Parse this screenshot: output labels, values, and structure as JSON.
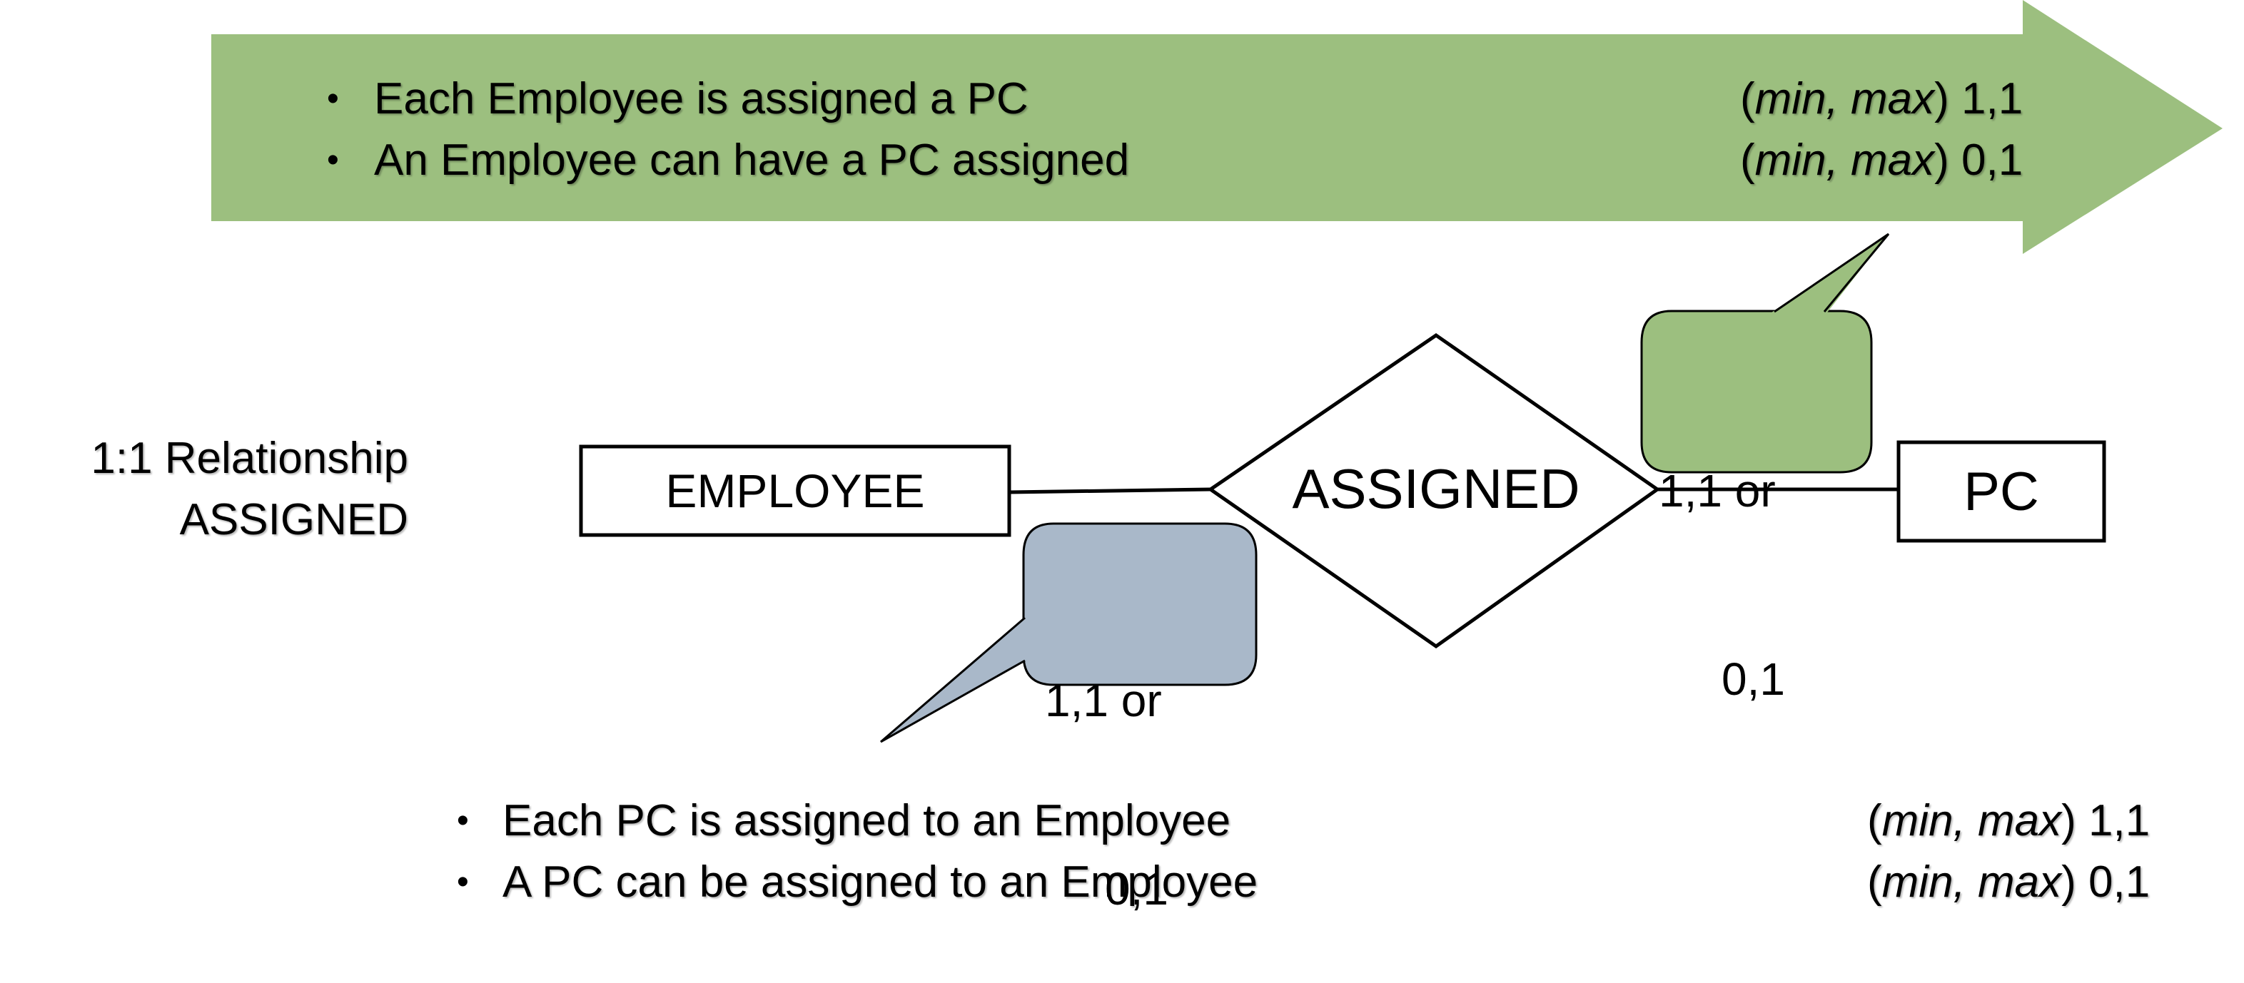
{
  "top_banner": {
    "color": "#9cbf7f",
    "items": [
      {
        "bullet": "•",
        "text": "Each Employee is assigned a PC",
        "paren_open": "(",
        "minmax": "min, max",
        "paren_close": ")",
        "value": "1,1"
      },
      {
        "bullet": "•",
        "text": "An Employee can have a PC assigned",
        "paren_open": "(",
        "minmax": "min, max",
        "paren_close": ")",
        "value": "0,1"
      }
    ]
  },
  "side_label": {
    "line1": "1:1 Relationship",
    "line2": "ASSIGNED"
  },
  "entities": {
    "left": "EMPLOYEE",
    "right": "PC"
  },
  "relationship": {
    "label": "ASSIGNED"
  },
  "callouts": {
    "green": {
      "line1": "1,1 or",
      "line2": "0,1",
      "color": "#9cbf7f"
    },
    "blue": {
      "line1": "1,1 or",
      "line2": "0,1",
      "color": "#a9b8c9"
    }
  },
  "bottom_list": {
    "items": [
      {
        "bullet": "•",
        "text": "Each PC is assigned to an Employee",
        "paren_open": "(",
        "minmax": "min, max",
        "paren_close": ")",
        "value": "1,1"
      },
      {
        "bullet": "•",
        "text": "A PC can be assigned to an Employee",
        "paren_open": "(",
        "minmax": "min, max",
        "paren_close": ")",
        "value": "0,1"
      }
    ]
  }
}
